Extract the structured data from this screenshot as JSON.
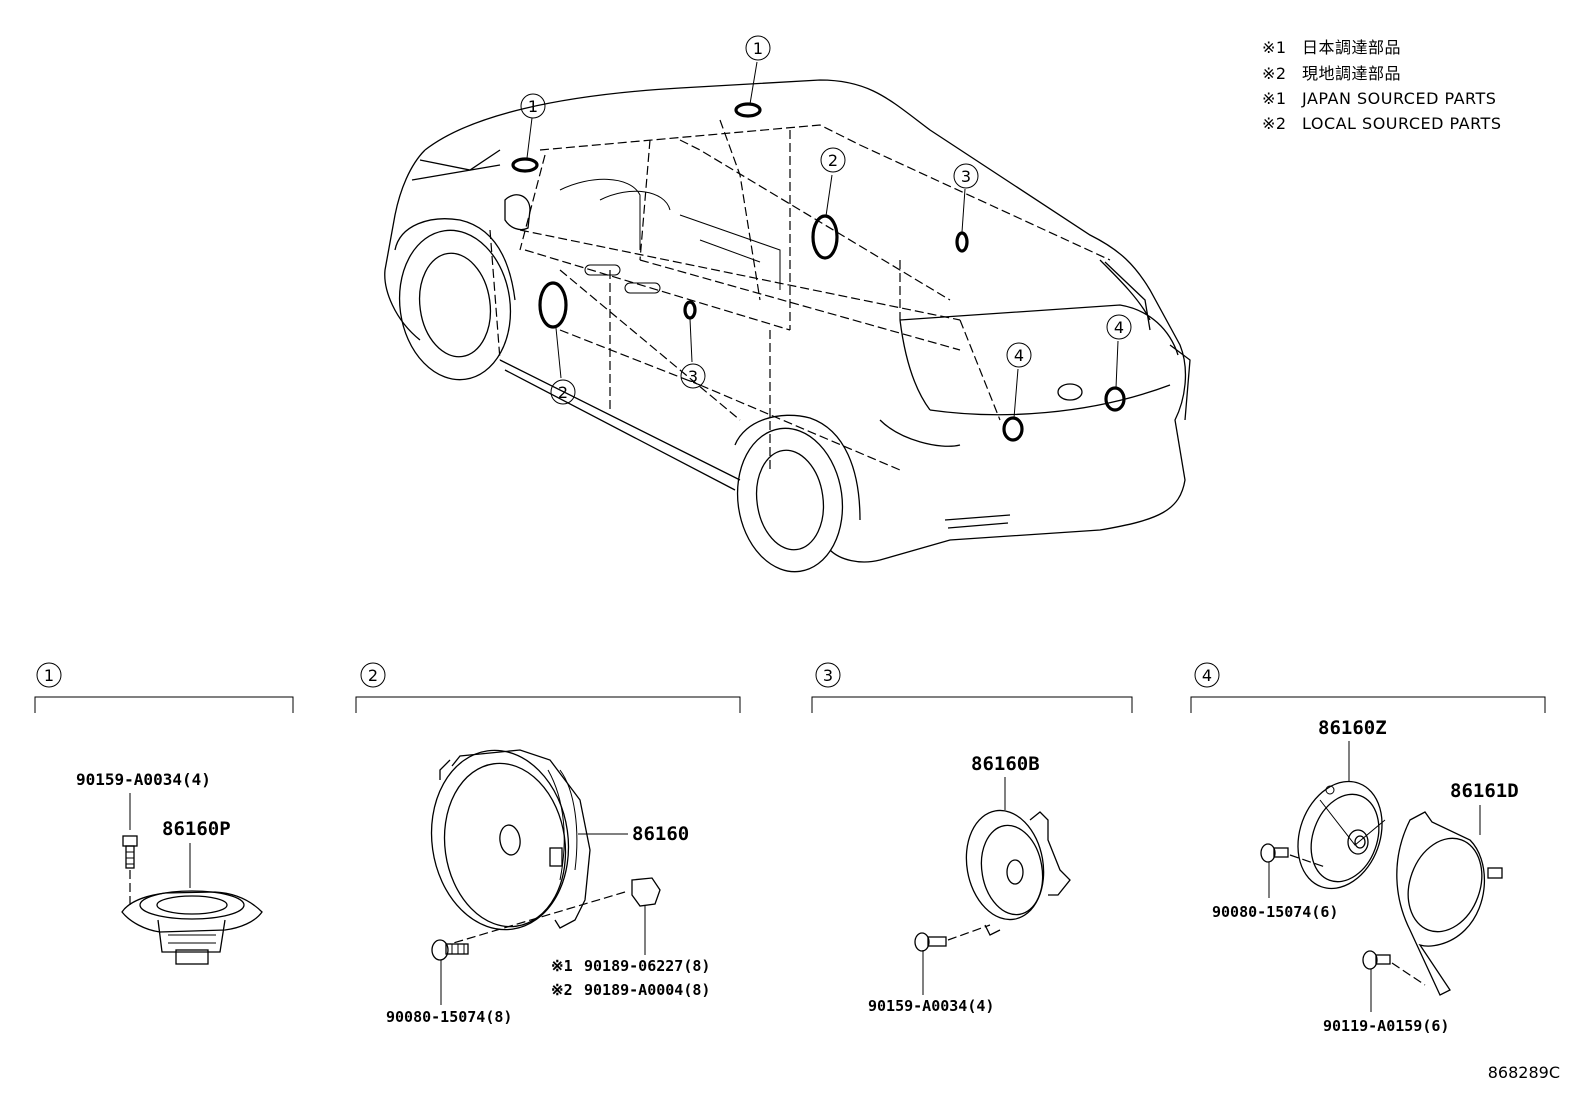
{
  "legend": [
    {
      "mark": "※1",
      "text": "日本調達部品"
    },
    {
      "mark": "※2",
      "text": "現地調達部品"
    },
    {
      "mark": "※1",
      "text": "JAPAN SOURCED PARTS"
    },
    {
      "mark": "※2",
      "text": "LOCAL SOURCED PARTS"
    }
  ],
  "vehicle_callouts": [
    "1",
    "1",
    "2",
    "2",
    "3",
    "3",
    "4",
    "4"
  ],
  "sections": [
    {
      "number": "1",
      "parts": [
        {
          "label": "90159-A0034(4)"
        },
        {
          "label": "86160P"
        }
      ]
    },
    {
      "number": "2",
      "parts": [
        {
          "label": "86160"
        },
        {
          "mark": "※1",
          "label": "90189-06227(8)"
        },
        {
          "mark": "※2",
          "label": "90189-A0004(8)"
        },
        {
          "label": "90080-15074(8)"
        }
      ]
    },
    {
      "number": "3",
      "parts": [
        {
          "label": "86160B"
        },
        {
          "label": "90159-A0034(4)"
        }
      ]
    },
    {
      "number": "4",
      "parts": [
        {
          "label": "86160Z"
        },
        {
          "label": "86161D"
        },
        {
          "label": "90080-15074(6)"
        },
        {
          "label": "90119-A0159(6)"
        }
      ]
    }
  ],
  "diagram_code": "868289C"
}
